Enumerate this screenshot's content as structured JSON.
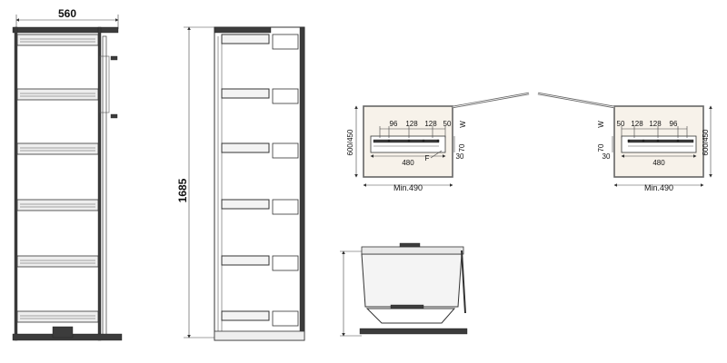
{
  "front_view": {
    "width_label": "560"
  },
  "side_view": {
    "height_label": "1685"
  },
  "plan_left": {
    "depth_label": "600/450",
    "spacing": [
      "96",
      "128",
      "128",
      "50"
    ],
    "w_label": "W",
    "h70_label": "70",
    "h30_label": "30",
    "width480_label": "480",
    "f_label": "F",
    "min_label": "Min.490"
  },
  "plan_right": {
    "depth_label": "600/450",
    "spacing": [
      "50",
      "128",
      "128",
      "96"
    ],
    "w_label": "W",
    "h70_label": "70",
    "h30_label": "30",
    "width480_label": "480",
    "min_label": "Min.490"
  }
}
